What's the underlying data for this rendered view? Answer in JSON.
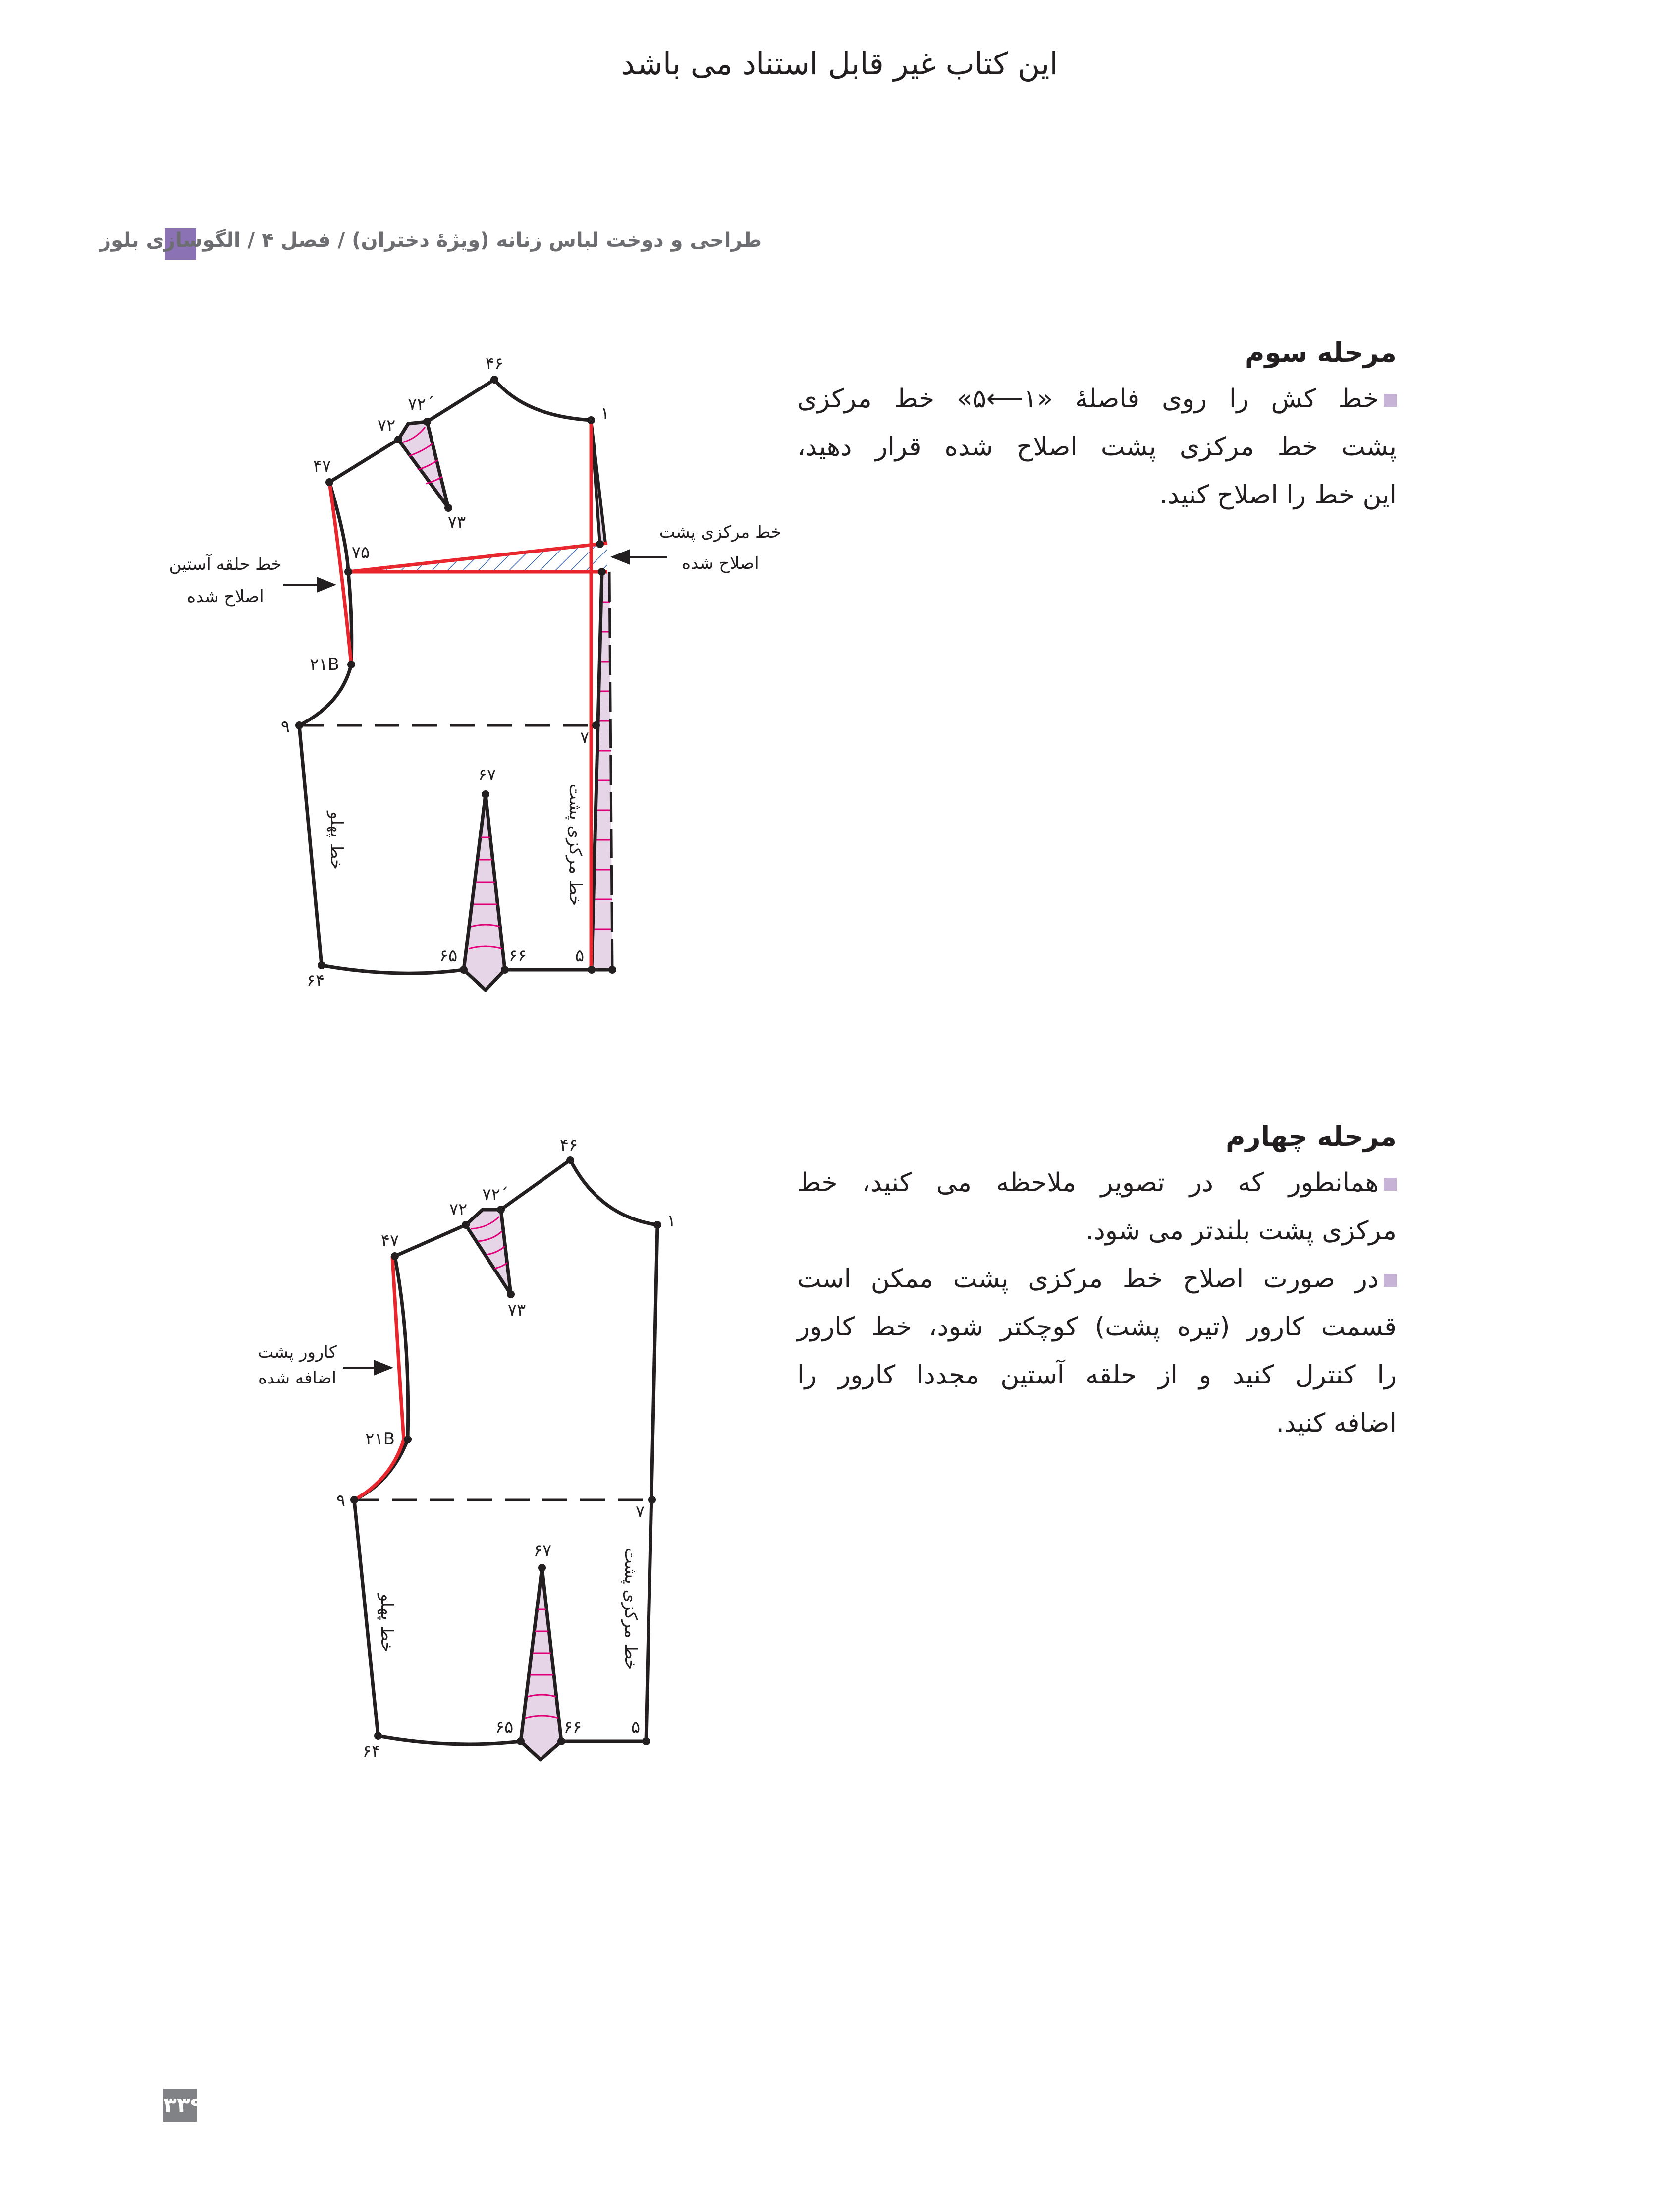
{
  "top_title": "این کتاب غیر قابل استناد می باشد",
  "header": {
    "text": "طراحی و دوخت لباس زنانه (ویژهٔ دختران) / فصل ۴ / الگوسازی بلوز",
    "accent": "#8a72b4"
  },
  "section3": {
    "title": "مرحله سوم",
    "paragraphs": [
      {
        "lines": [
          "خط کش را روی فاصلهٔ «۱⟵۵» خط مرکزی",
          "پشت خط مرکزی پشت اصلاح شده قرار دهید،",
          "این خط را اصلاح کنید."
        ]
      }
    ]
  },
  "section4": {
    "title": "مرحله چهارم",
    "paragraphs": [
      {
        "lines": [
          "همانطور که در تصویر ملاحظه می کنید، خط",
          "مرکزی پشت بلندتر می شود."
        ]
      },
      {
        "lines": [
          "در صورت اصلاح خط مرکزی پشت ممکن است",
          "قسمت کارور (تیره پشت) کوچکتر شود، خط کارور",
          "را کنترل کنید و از حلقه آستین مجددا کارور را",
          "اضافه کنید."
        ]
      }
    ]
  },
  "bullet_color": "#c7b3d6",
  "diagram1": {
    "points": {
      "p46": "۴۶",
      "p1": "۱",
      "p72b": "۷۲´",
      "p72": "۷۲",
      "p73": "۷۳",
      "p47": "۴۷",
      "p75": "۷۵",
      "p21B": "۲۱B",
      "p9": "۹",
      "p7": "۷",
      "p67": "۶۷",
      "p64": "۶۴",
      "p65": "۶۵",
      "p66": "۶۶",
      "p5": "۵"
    },
    "armhole_label": [
      "خط حلقه آستین",
      "اصلاح شده"
    ],
    "center_back_label": [
      "خط مرکزی پشت",
      "اصلاح شده"
    ],
    "side_line": "خط پهلو",
    "center_back_line": "خط مرکزی پشت"
  },
  "diagram2": {
    "points": {
      "p46": "۴۶",
      "p1": "۱",
      "p72b": "۷۲´",
      "p72": "۷۲",
      "p73": "۷۳",
      "p47": "۴۷",
      "p21B": "۲۱B",
      "p9": "۹",
      "p7": "۷",
      "p67": "۶۷",
      "p64": "۶۴",
      "p65": "۶۵",
      "p66": "۶۶",
      "p5": "۵"
    },
    "karvar_label": [
      "کارور پشت",
      "اضافه شده"
    ],
    "side_line": "خط پهلو",
    "center_back_line": "خط مرکزی پشت"
  },
  "colors": {
    "correction": "#e8262d",
    "dart_fill": "#e6d5e6",
    "dart_lines": "#e0007a",
    "hatch": "#3d6bb3",
    "outline": "#231f20"
  },
  "page_number": "۳۳۹"
}
